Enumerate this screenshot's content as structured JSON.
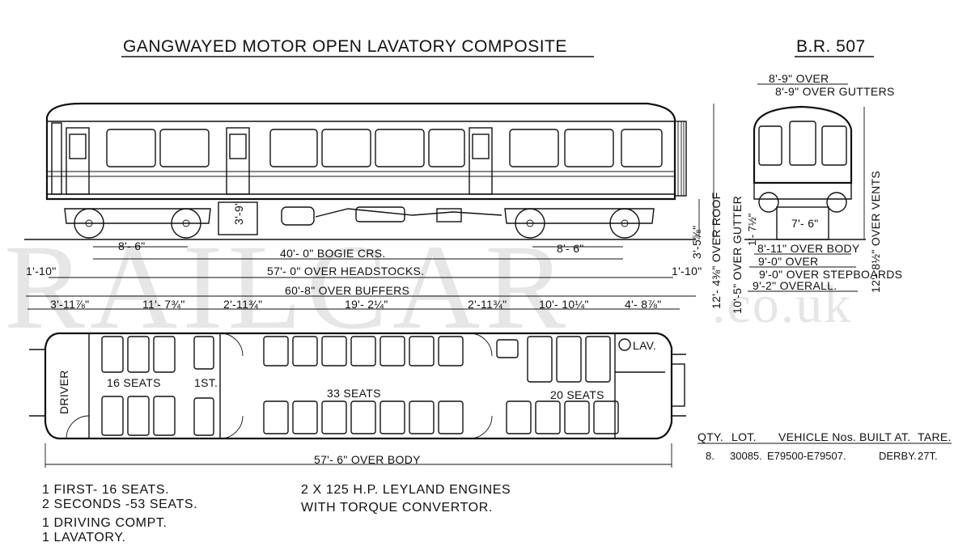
{
  "title": "GANGWAYED MOTOR OPEN LAVATORY COMPOSITE",
  "diagram_ref": "B.R. 507",
  "watermark": {
    "main": "RAILCAR",
    "domain": ".co.uk"
  },
  "side_elevation_dims": {
    "body_height": "3'-9\"",
    "bogie_wheelbase_left": "8'- 6\"",
    "bogie_wheelbase_right": "8'- 6\"",
    "bogie_centres": "40'- 0\" BOGIE CRS.",
    "over_headstocks": "57'- 0\" OVER HEADSTOCKS.",
    "over_buffers": "60'-8\" OVER BUFFERS",
    "buffer_left": "1'-10\"",
    "buffer_right": "1'-10\"",
    "floor_height": "3'-5⅝\"",
    "over_roof": "12'- 4⅜\" OVER ROOF",
    "over_gutter": "10'-5\" OVER GUTTER"
  },
  "end_elevation_dims": {
    "over_gutters": "8'-9\" OVER GUTTERS",
    "over_vents": "12'- 8½\" OVER VENTS",
    "bogie_width": "7'- 6\"",
    "step_height": "1'- 7½\"",
    "over_body": "8'-11\" OVER BODY",
    "over_stepboards": "9'-0\" OVER STEPBOARDS",
    "overall": "9'-2\" OVERALL."
  },
  "plan_dims": {
    "segments": [
      "3'-11⅞\"",
      "11'- 7¾\"",
      "2'-11¾\"",
      "19'- 2¼\"",
      "2'-11¾\"",
      "10'- 10¼\"",
      "4'- 8⅞\""
    ],
    "over_body": "57'- 6\" OVER BODY"
  },
  "plan_labels": {
    "driver": "DRIVER",
    "first_seats": "16 SEATS",
    "first_class": "1ST.",
    "second_seats_a": "33 SEATS",
    "second_seats_b": "20 SEATS",
    "lavatory": "LAV."
  },
  "accommodation": [
    "1 FIRST- 16 SEATS.",
    "2 SECONDS -53 SEATS.",
    "1 DRIVING COMPT.",
    "1 LAVATORY."
  ],
  "engines": [
    "2 X 125 H.P. LEYLAND ENGINES",
    "WITH TORQUE CONVERTOR."
  ],
  "build_table": {
    "headers": [
      "QTY.",
      "LOT.",
      "VEHICLE Nos.",
      "BUILT AT.",
      "TARE."
    ],
    "row": [
      "8.",
      "30085.",
      "E79500-E79507.",
      "DERBY.",
      "27T."
    ]
  }
}
